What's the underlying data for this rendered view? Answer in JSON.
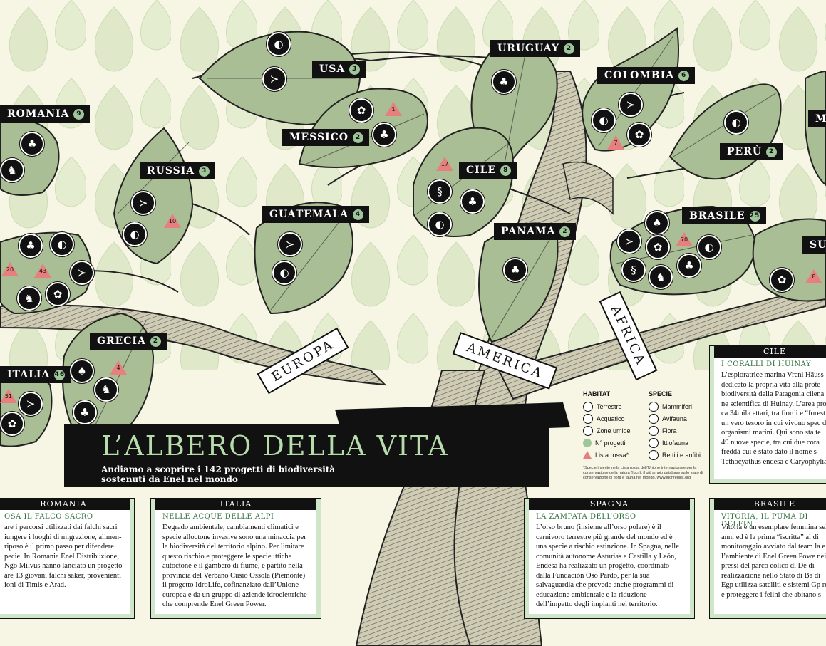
{
  "colors": {
    "leaf": "#a9be94",
    "leaf_light": "#dde8c8",
    "background": "#f7f5e4",
    "ink": "#111111",
    "accent_green": "#9fc59a",
    "red_list": "#e87f7f",
    "trunk": "#b4b096"
  },
  "countries": [
    {
      "name": "ROMANIA",
      "count": "9"
    },
    {
      "name": "USA",
      "count": "3"
    },
    {
      "name": "URUGUAY",
      "count": "2"
    },
    {
      "name": "COLOMBIA",
      "count": "6"
    },
    {
      "name": "MESSICO",
      "count": "2"
    },
    {
      "name": "RUSSIA",
      "count": "3"
    },
    {
      "name": "CILE",
      "count": "8"
    },
    {
      "name": "PERÙ",
      "count": "2"
    },
    {
      "name": "GUATEMALA",
      "count": "4"
    },
    {
      "name": "PANAMA",
      "count": "2"
    },
    {
      "name": "BRASILE",
      "count": "25"
    },
    {
      "name": "GRECIA",
      "count": "2"
    },
    {
      "name": "ITALIA",
      "count": "46"
    },
    {
      "name": "SU",
      "count": ""
    },
    {
      "name": "M",
      "count": ""
    }
  ],
  "red_list_values": [
    "1",
    "10",
    "17",
    "7",
    "43",
    "20",
    "4",
    "51",
    "70",
    "8"
  ],
  "banners": {
    "europa": "EUROPA",
    "america": "AMERICA",
    "africa": "AFRICA"
  },
  "title": {
    "main": "L’ALBERO DELLA  VITA",
    "subtitle": "Andiamo a scoprire i 142 progetti di biodiversità sostenuti da Enel nel mondo"
  },
  "legend": {
    "habitat_header": "HABITAT",
    "species_header": "SPECIE",
    "habitat": [
      "Terrestre",
      "Acquatico",
      "Zone umide",
      "N° progetti",
      "Lista rossa*"
    ],
    "species": [
      "Mammiferi",
      "Avifauna",
      "Flora",
      "Ittiofauna",
      "Rettili e anfibi"
    ],
    "note": "*Specie inserite nella Lista rossa dell’Unione internazionale per la conservazione della natura (Iucn), il più ampio database sullo stato di conservazione di flora e fauna nel mondo. www.iucnredlist.org"
  },
  "cards": [
    {
      "country": "ROMANIA",
      "title": "OSA IL FALCO SACRO",
      "body": "are i percorsi utilizzati dai falchi sacri iungere i luoghi di migrazione, alimen- riposo è il primo passo per difendere pecie. In Romania Enel Distribuzione, Ngo Milvus hanno lanciato un progetto are 13 giovani falchi saker, provenienti ioni di Timis e Arad."
    },
    {
      "country": "ITALIA",
      "title": "NELLE ACQUE DELLE ALPI",
      "body": "Degrado ambientale, cambiamenti climatici e specie alloctone invasive sono una minaccia per la biodiversità del territorio alpino. Per limitare questo rischio e proteggere le specie ittiche autoctone e il gambero di fiume, è partito nella provincia del Verbano Cusio Ossola (Piemonte) il progetto IdroLife, cofinanziato dall’Unione europea e da un gruppo di aziende idroelettriche che comprende Enel Green Power."
    },
    {
      "country": "SPAGNA",
      "title": "LA ZAMPATA DELL’ORSO",
      "body": "L’orso bruno (insieme all’orso polare) è il carnivoro terrestre più grande del mondo ed è una specie a rischio estinzione. In Spagna, nelle comunità autonome Asturias e Castilla y León, Endesa ha realizzato un progetto, coordinato dalla Fundación Oso Pardo, per la sua salvaguardia che prevede anche programmi di educazione ambientale e la riduzione dell’impatto degli impianti nel territorio."
    },
    {
      "country": "BRASILE",
      "title": "VITÓRIA, IL PUMA DI DELFIN",
      "body": "Vitória è un esemplare femmina sei anni ed è la prima “iscritta” al di monitoraggio avviato dal team la e l’ambiente di Enel Green Powe nei pressi del parco eolico di De di realizzazione nello Stato di Ba di Egp utilizza satelliti e sistemi Gp re e proteggere i felini che abitano s"
    },
    {
      "country": "CILE",
      "title": "I CORALLI DI HUINAY",
      "body": "L’esploratrice marina Vreni Häuss dedicato la propria vita alla prote biodiversità della Patagonia cilena ne scientifica di Huinay. L’area pro ca 34mila ettari, tra fiordi e “forest un vero tesoro in cui vivono spec di organismi marini. Qui sono sta te 49 nuove specie, tra cui due cora fredda cui è stato dato il nome s Tethocyathus endesa e Caryophylia"
    }
  ]
}
